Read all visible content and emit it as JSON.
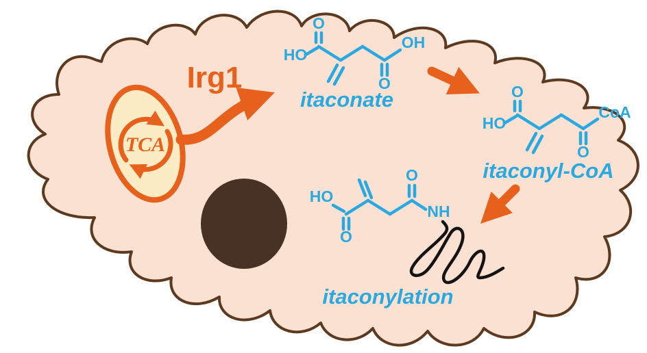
{
  "labels": {
    "irg1": "Irg1",
    "tca": "TCA"
  },
  "compounds": {
    "itaconate": {
      "name": "itaconate",
      "ho": "HO",
      "o_top": "O",
      "o_bottom": "O",
      "oh": "OH"
    },
    "itaconyl_coa": {
      "name": "itaconyl-CoA",
      "ho": "HO",
      "o_top": "O",
      "o_bottom": "O",
      "coa": "CoA"
    },
    "itaconylation": {
      "name": "itaconylation",
      "ho": "HO",
      "o_top": "O",
      "o_bottom": "O",
      "nh": "NH"
    }
  },
  "colors": {
    "cell_fill": "#fae1d2",
    "cell_outline": "#5d3a1f",
    "accent_orange": "#e8611c",
    "structure_blue": "#2aa9e0",
    "nucleus_brown": "#4a3126",
    "mitochondrion_fill": "#fbecc6",
    "protein_black": "#141414"
  }
}
